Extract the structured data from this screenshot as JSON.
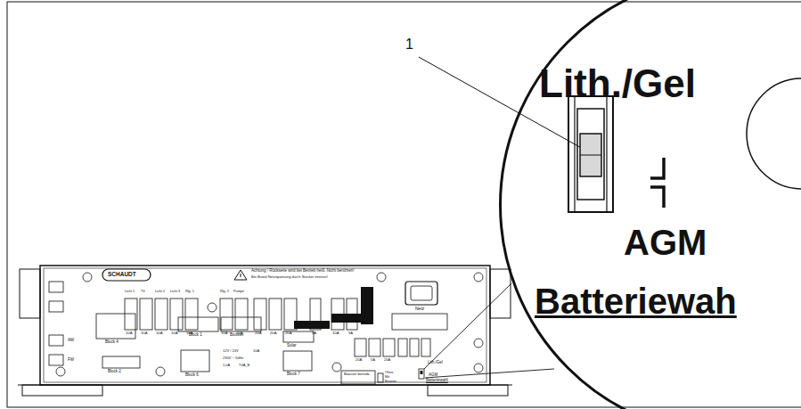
{
  "diagram": {
    "nodes": [
      {
        "text": [
          "Lith./Gel",
          "AGM",
          "Batteriewah"
        ]
      }
    ],
    "labels": [
      "1",
      "SCHAUDT",
      "Achtung ! Rückseite wird bei Betrieb heiß. Nicht berühren!",
      "Bei Brand Netzspannung durch Stecker trennen!",
      "Netz",
      "Licht 1",
      "TV",
      "Licht 2",
      "Licht 3",
      "Rlg. 1",
      "Rlg. 2",
      "Pumpe",
      "10A",
      "10A",
      "10A",
      "10A",
      "10A",
      "10A",
      "20A",
      "20A",
      "20A",
      "20A",
      "5A",
      "10A",
      "5A",
      "Block 4",
      "Block 1",
      "Booster",
      "Solar",
      "Block 2",
      "Block 6",
      "Block 7",
      "AW",
      "FW",
      "12V / 13V",
      "10A",
      "230V ~ 50Hz",
      "1,0A",
      "T4A_B",
      "20A",
      "5A",
      "20A",
      "Booster betrieb",
      "Ohne",
      "Mit",
      "Booster",
      "Lith./Gel",
      "AGM",
      "Batteriewahl"
    ]
  }
}
